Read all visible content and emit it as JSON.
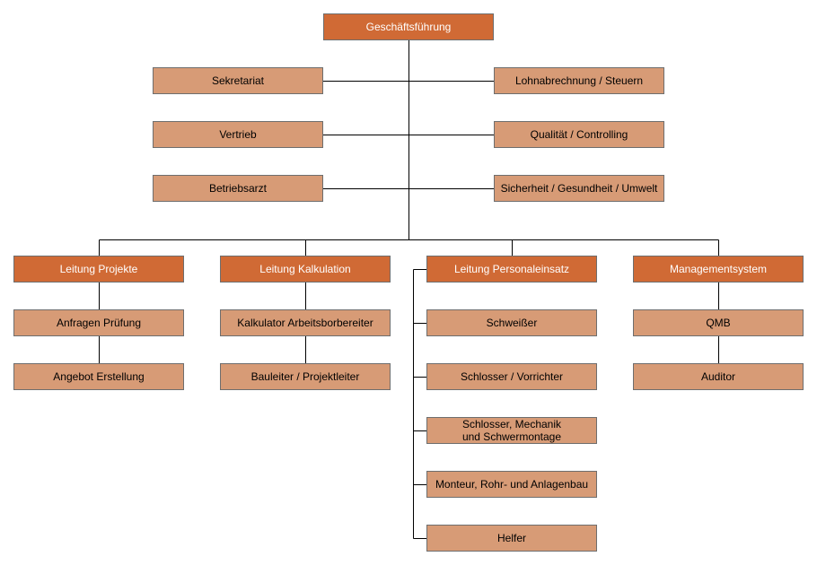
{
  "colors": {
    "head_fill": "#D06A35",
    "box_fill": "#D79B76",
    "border": "#6E6E6E",
    "line": "#000000"
  },
  "root": {
    "label": "Geschäftsführung"
  },
  "staff_left": [
    {
      "label": "Sekretariat"
    },
    {
      "label": "Vertrieb"
    },
    {
      "label": "Betriebsarzt"
    }
  ],
  "staff_right": [
    {
      "label": "Lohnabrechnung / Steuern"
    },
    {
      "label": "Qualität / Controlling"
    },
    {
      "label": "Sicherheit / Gesundheit / Umwelt"
    }
  ],
  "departments": [
    {
      "label": "Leitung Projekte",
      "children": [
        {
          "label": "Anfragen Prüfung"
        },
        {
          "label": "Angebot Erstellung"
        }
      ]
    },
    {
      "label": "Leitung Kalkulation",
      "children": [
        {
          "label": "Kalkulator Arbeitsborbereiter"
        },
        {
          "label": "Bauleiter / Projektleiter"
        }
      ]
    },
    {
      "label": "Leitung Personaleinsatz",
      "children": [
        {
          "label": "Schweißer"
        },
        {
          "label": "Schlosser / Vorrichter"
        },
        {
          "label": "Schlosser, Mechanik\nund Schwermontage"
        },
        {
          "label": "Monteur, Rohr- und Anlagenbau"
        },
        {
          "label": "Helfer"
        }
      ]
    },
    {
      "label": "Managementsystem",
      "children": [
        {
          "label": "QMB"
        },
        {
          "label": "Auditor"
        }
      ]
    }
  ]
}
